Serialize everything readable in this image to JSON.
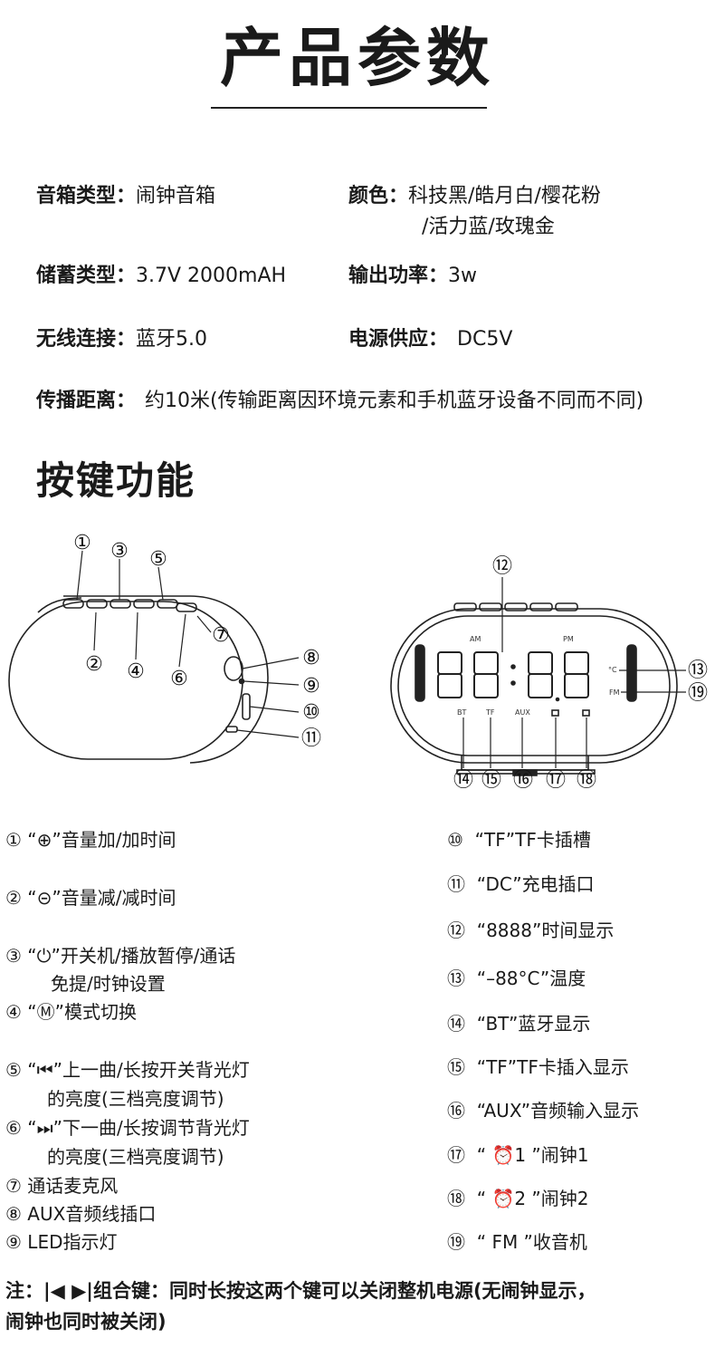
{
  "title": "产品参数",
  "specs": {
    "speaker_type": {
      "label": "音箱类型：",
      "value": "闹钟音箱"
    },
    "color": {
      "label": "颜色：",
      "value_line1": "科技黑/皓月白/樱花粉",
      "value_line2": "/活力蓝/玫瑰金"
    },
    "battery": {
      "label": "储蓄类型：",
      "value": "3.7V 2000mAH"
    },
    "power_out": {
      "label": "输出功率：",
      "value": "3w"
    },
    "wireless": {
      "label": "无线连接：",
      "value": "蓝牙5.0"
    },
    "power_supply": {
      "label": "电源供应：",
      "value": "DC5V"
    },
    "distance": {
      "label": "传播距离：",
      "value": "约10米(传输距离因环境元素和手机蓝牙设备不同而不同)"
    }
  },
  "section2_title": "按键功能",
  "diagram": {
    "left_callouts": [
      "①",
      "②",
      "③",
      "④",
      "⑤",
      "⑥",
      "⑦",
      "⑧",
      "⑨",
      "⑩",
      "⑪"
    ],
    "right_callouts": [
      "⑫",
      "⑬",
      "⑭",
      "⑮",
      "⑯",
      "⑰",
      "⑱",
      "⑲"
    ],
    "display_labels": {
      "am": "AM",
      "pm": "PM",
      "celsius": "°C",
      "fm": "FM",
      "bt": "BT",
      "tf": "TF",
      "aux": "AUX"
    }
  },
  "features_left": [
    {
      "num": "①",
      "text": "“⊕”音量加/加时间"
    },
    {
      "num": "②",
      "text": "“⊝”音量减/减时间"
    },
    {
      "num": "③",
      "text": "“⏻”开关机/播放暂停/通话",
      "sub": "免提/时钟设置"
    },
    {
      "num": "④",
      "text": "“Ⓜ”模式切换"
    },
    {
      "num": "⑤",
      "text": "“⏮”上一曲/长按开关背光灯",
      "sub": "的亮度(三档亮度调节)"
    },
    {
      "num": "⑥",
      "text": "“⏭”下一曲/长按调节背光灯",
      "sub": "的亮度(三档亮度调节)"
    },
    {
      "num": "⑦",
      "text": "通话麦克风"
    },
    {
      "num": "⑧",
      "text": "AUX音频线插口"
    },
    {
      "num": "⑨",
      "text": "LED指示灯"
    }
  ],
  "features_right": [
    {
      "num": "⑩",
      "text": "“TF”TF卡插槽"
    },
    {
      "num": "⑪",
      "text": "“DC”充电插口"
    },
    {
      "num": "⑫",
      "text": "“8888”时间显示"
    },
    {
      "num": "⑬",
      "text": "“–88°C”温度"
    },
    {
      "num": "⑭",
      "text": "“BT”蓝牙显示"
    },
    {
      "num": "⑮",
      "text": "“TF”TF卡插入显示"
    },
    {
      "num": "⑯",
      "text": "“AUX”音频输入显示"
    },
    {
      "num": "⑰",
      "text": "“ ⏰1 ”闹钟1"
    },
    {
      "num": "⑱",
      "text": "“ ⏰2 ”闹钟2"
    },
    {
      "num": "⑲",
      "text": "“ FM ”收音机"
    }
  ],
  "note": {
    "line1": "注：|◀ ▶|组合键：同时长按这两个键可以关闭整机电源(无闹钟显示，",
    "line2": "闹钟也同时被关闭)"
  }
}
